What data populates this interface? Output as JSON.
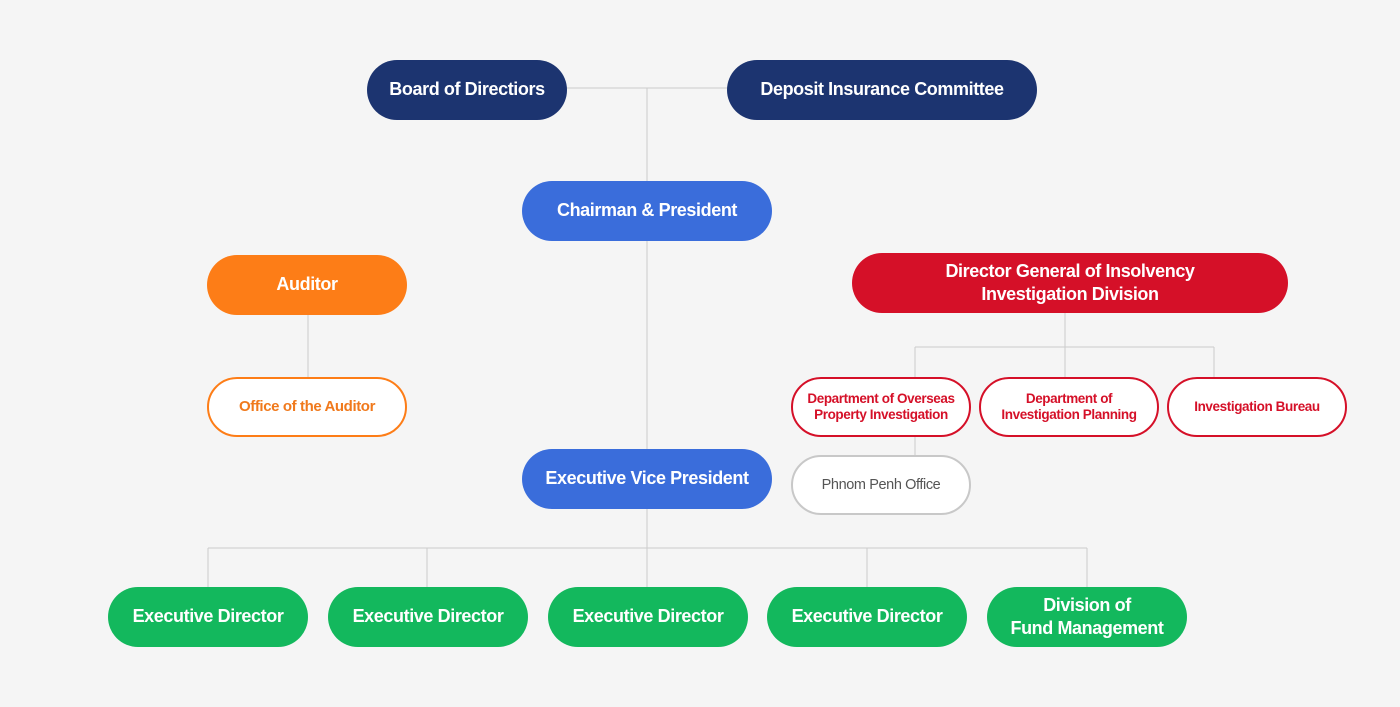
{
  "nodes": {
    "board": "Board of Directiors",
    "committee": "Deposit Insurance Committee",
    "chairman": "Chairman & President",
    "auditor": "Auditor",
    "office_auditor": "Office of the Auditor",
    "director_general": [
      "Director General of Insolvency",
      "Investigation Division"
    ],
    "dept_overseas": [
      "Department of Overseas",
      "Property Investigation"
    ],
    "dept_planning": [
      "Department of",
      "Investigation Planning"
    ],
    "investigation_bureau": "Investigation Bureau",
    "phnom_penh": "Phnom Penh Office",
    "evp": "Executive Vice President",
    "exec_directors": [
      "Executive Director",
      "Executive Director",
      "Executive Director",
      "Executive Director"
    ],
    "fund_management": [
      "Division of",
      "Fund Management"
    ]
  },
  "colors": {
    "navy": "#1c3470",
    "blue": "#3a6ddb",
    "orange": "#fd7d17",
    "red": "#d51028",
    "green": "#13b85d",
    "connector": "#cccccc",
    "background": "#f5f5f5"
  }
}
